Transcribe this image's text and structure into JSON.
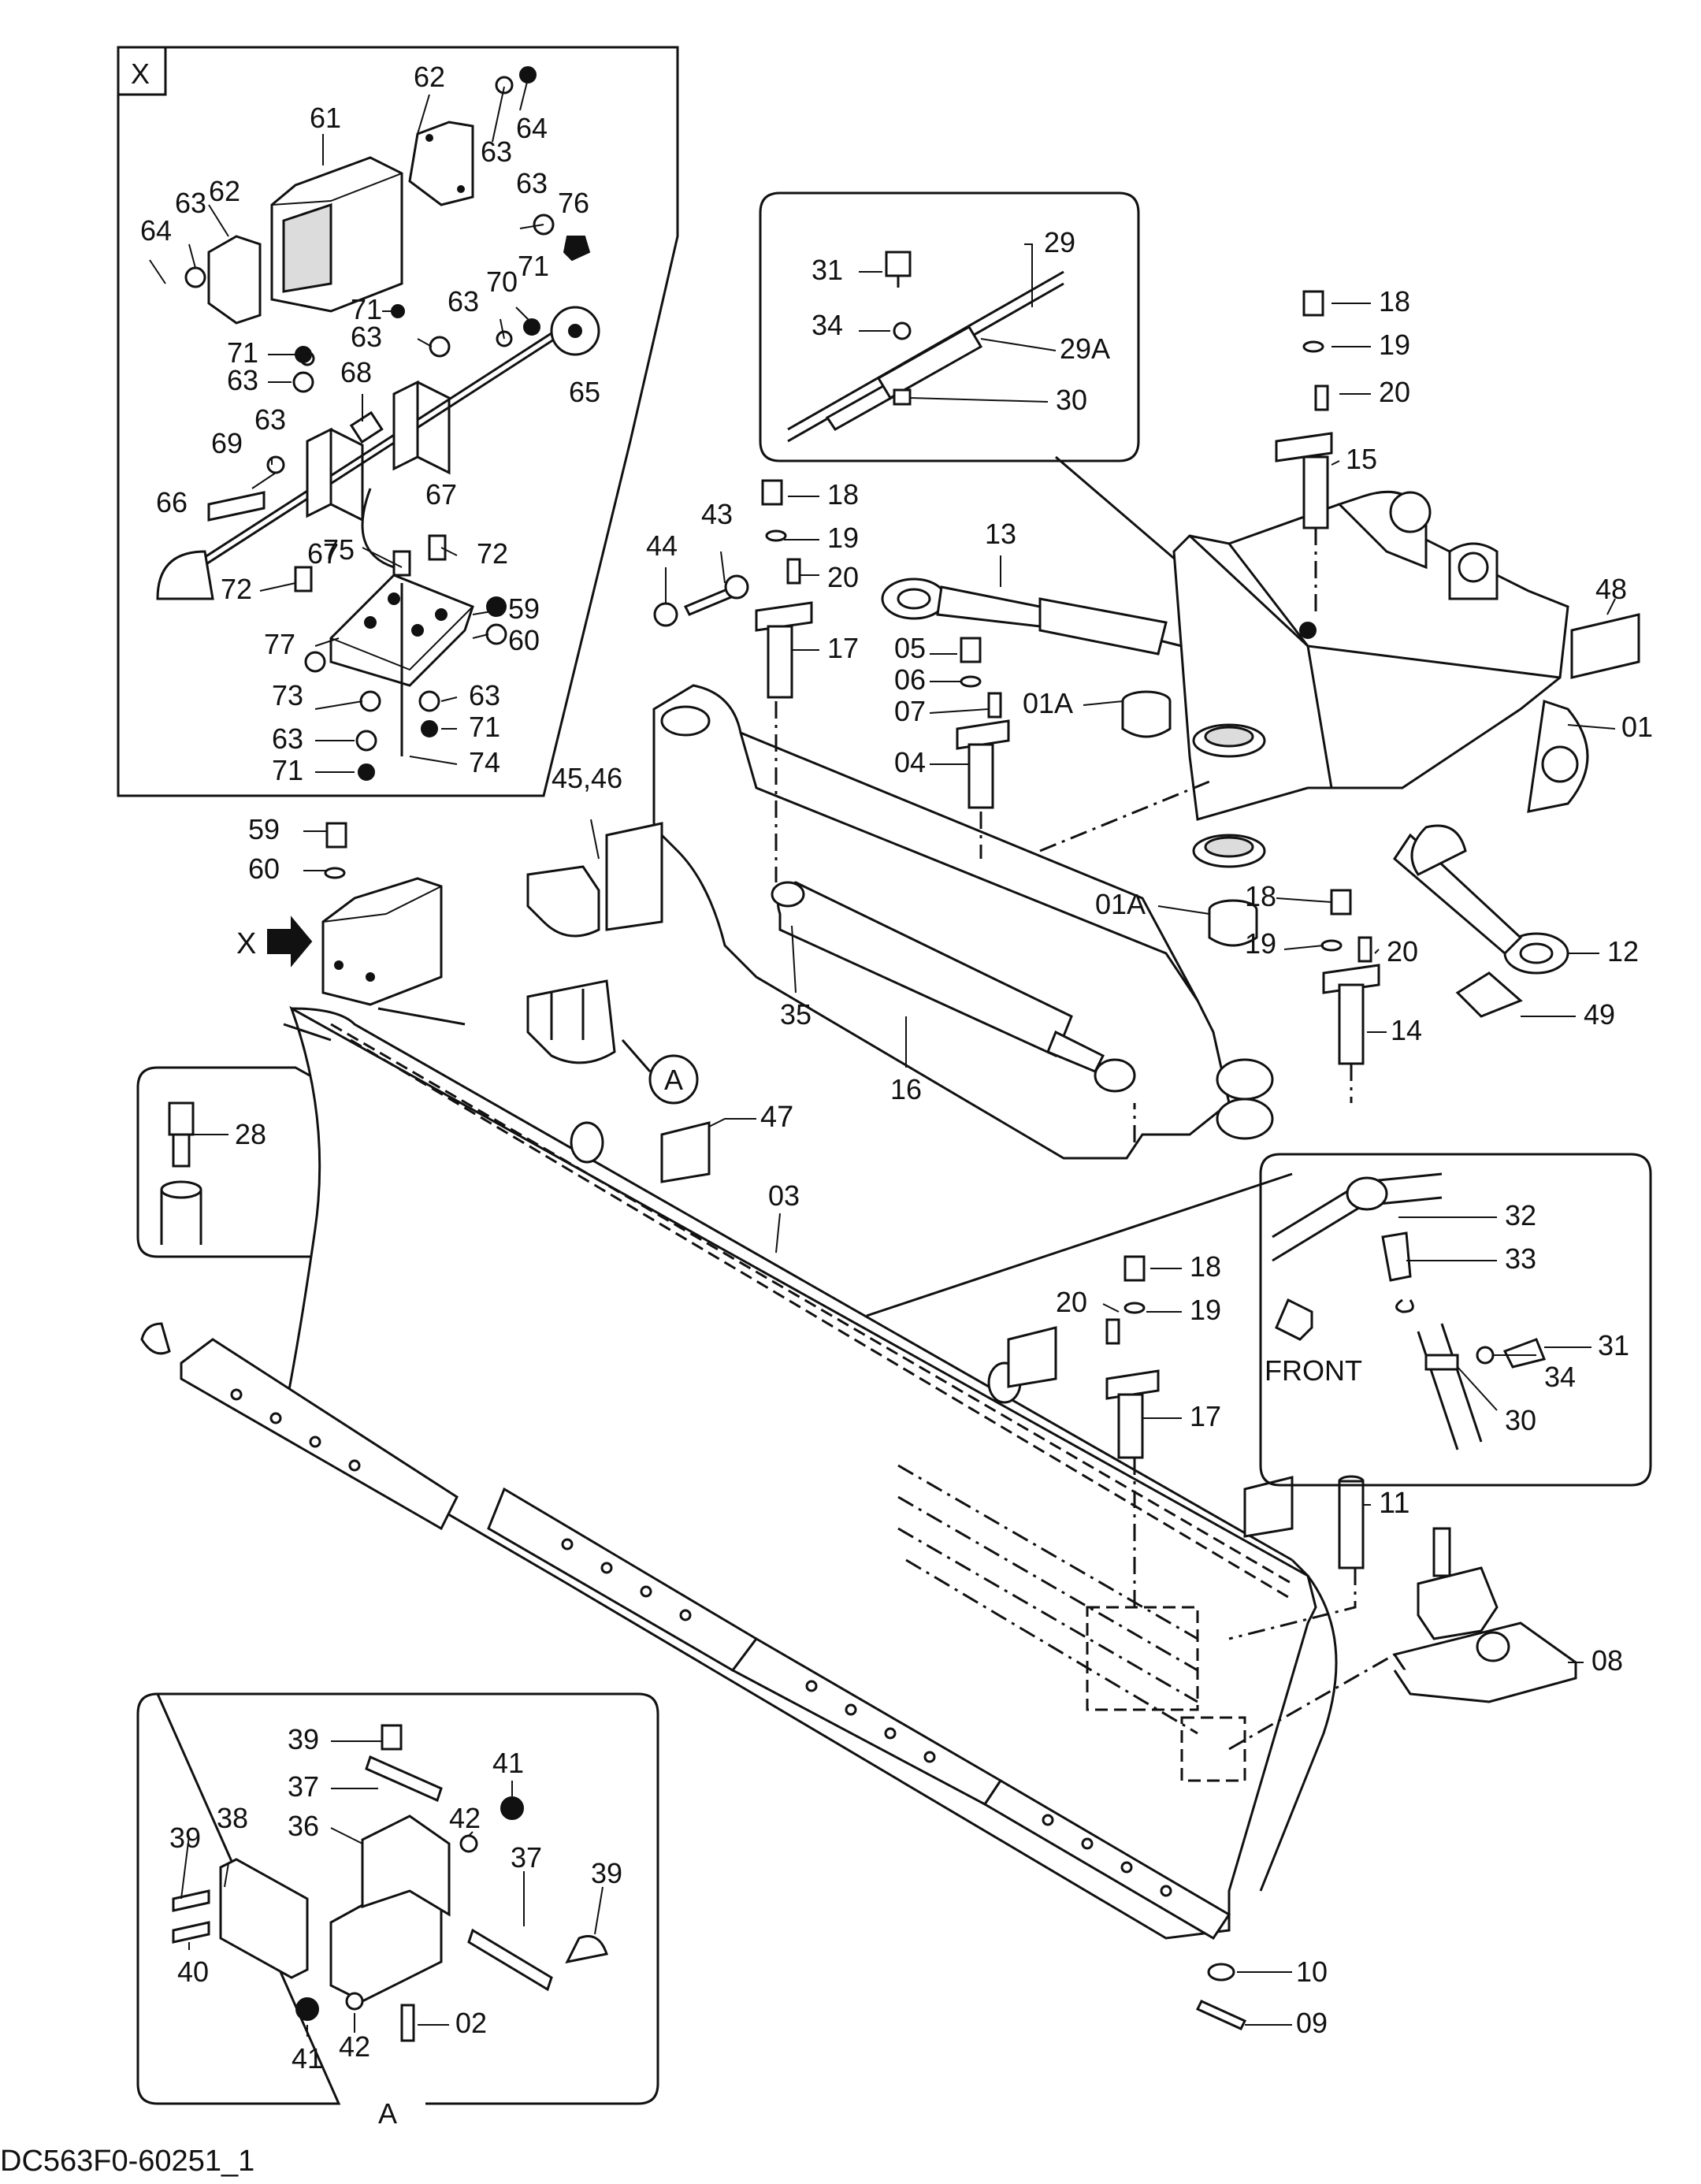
{
  "drawing": {
    "id": "DC563F0-60251_1",
    "detail_x_title": "X",
    "detail_a_title": "A",
    "view_marker_x": "X",
    "view_marker_a": "A",
    "front_label": "FRONT"
  },
  "callouts": [
    {
      "text": "61"
    },
    {
      "text": "62"
    },
    {
      "text": "63"
    },
    {
      "text": "64"
    },
    {
      "text": "62"
    },
    {
      "text": "63"
    },
    {
      "text": "64"
    },
    {
      "text": "63"
    },
    {
      "text": "76"
    },
    {
      "text": "71"
    },
    {
      "text": "63"
    },
    {
      "text": "70"
    },
    {
      "text": "71"
    },
    {
      "text": "71"
    },
    {
      "text": "63"
    },
    {
      "text": "63"
    },
    {
      "text": "65"
    },
    {
      "text": "68"
    },
    {
      "text": "63"
    },
    {
      "text": "69"
    },
    {
      "text": "66"
    },
    {
      "text": "67"
    },
    {
      "text": "67"
    },
    {
      "text": "72"
    },
    {
      "text": "75"
    },
    {
      "text": "72"
    },
    {
      "text": "59"
    },
    {
      "text": "77"
    },
    {
      "text": "60"
    },
    {
      "text": "73"
    },
    {
      "text": "63"
    },
    {
      "text": "63"
    },
    {
      "text": "71"
    },
    {
      "text": "71"
    },
    {
      "text": "74"
    },
    {
      "text": "31"
    },
    {
      "text": "29"
    },
    {
      "text": "34"
    },
    {
      "text": "29A"
    },
    {
      "text": "30"
    },
    {
      "text": "18"
    },
    {
      "text": "19"
    },
    {
      "text": "20"
    },
    {
      "text": "15"
    },
    {
      "text": "13"
    },
    {
      "text": "48"
    },
    {
      "text": "43"
    },
    {
      "text": "44"
    },
    {
      "text": "18"
    },
    {
      "text": "19"
    },
    {
      "text": "20"
    },
    {
      "text": "17"
    },
    {
      "text": "05"
    },
    {
      "text": "06"
    },
    {
      "text": "07"
    },
    {
      "text": "04"
    },
    {
      "text": "01A"
    },
    {
      "text": "01"
    },
    {
      "text": "45,46"
    },
    {
      "text": "01A"
    },
    {
      "text": "18"
    },
    {
      "text": "19"
    },
    {
      "text": "20"
    },
    {
      "text": "12"
    },
    {
      "text": "49"
    },
    {
      "text": "14"
    },
    {
      "text": "59"
    },
    {
      "text": "60"
    },
    {
      "text": "35"
    },
    {
      "text": "16"
    },
    {
      "text": "28"
    },
    {
      "text": "47"
    },
    {
      "text": "03"
    },
    {
      "text": "32"
    },
    {
      "text": "33"
    },
    {
      "text": "31"
    },
    {
      "text": "34"
    },
    {
      "text": "30"
    },
    {
      "text": "18"
    },
    {
      "text": "20"
    },
    {
      "text": "19"
    },
    {
      "text": "17"
    },
    {
      "text": "11"
    },
    {
      "text": "08"
    },
    {
      "text": "39"
    },
    {
      "text": "41"
    },
    {
      "text": "37"
    },
    {
      "text": "42"
    },
    {
      "text": "38"
    },
    {
      "text": "39"
    },
    {
      "text": "36"
    },
    {
      "text": "37"
    },
    {
      "text": "39"
    },
    {
      "text": "40"
    },
    {
      "text": "41"
    },
    {
      "text": "42"
    },
    {
      "text": "02"
    },
    {
      "text": "10"
    },
    {
      "text": "09"
    }
  ]
}
